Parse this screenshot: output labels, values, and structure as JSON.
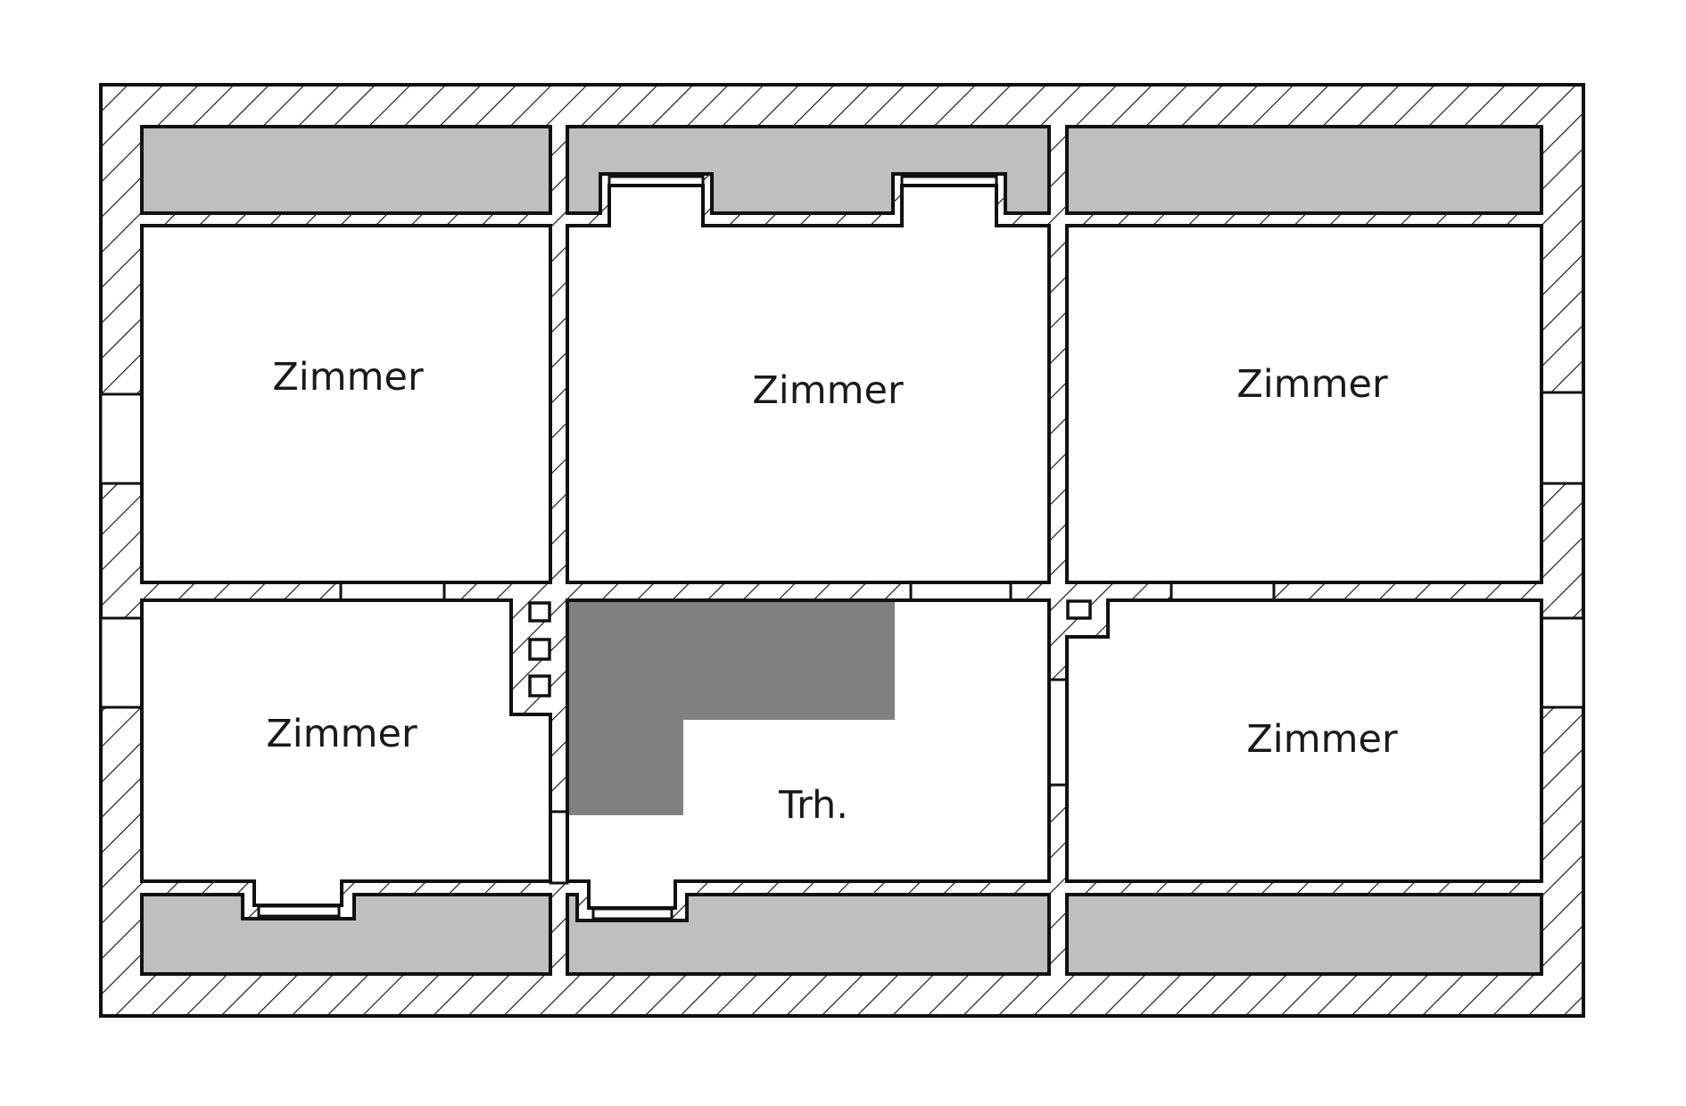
{
  "diagram": {
    "type": "floor-plan",
    "colors": {
      "background": "#ffffff",
      "wall_line": "#111111",
      "hatch": "#1a1a1a",
      "roof_slope_zone": "#bfbfbf",
      "stair_void": "#808080",
      "room_fill": "#ffffff"
    },
    "rooms": [
      {
        "id": "upper-left",
        "label": "Zimmer"
      },
      {
        "id": "upper-center",
        "label": "Zimmer"
      },
      {
        "id": "upper-right",
        "label": "Zimmer"
      },
      {
        "id": "lower-left",
        "label": "Zimmer"
      },
      {
        "id": "lower-center",
        "label": "Trh."
      },
      {
        "id": "lower-right",
        "label": "Zimmer"
      }
    ]
  }
}
